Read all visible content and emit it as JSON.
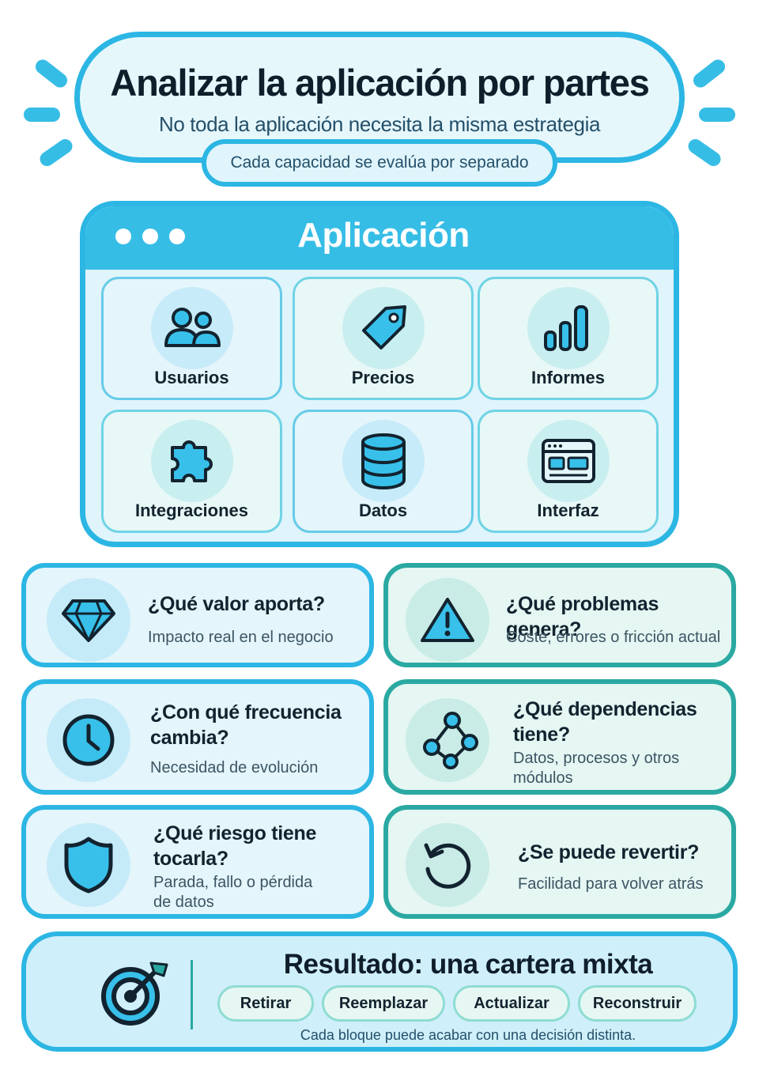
{
  "header": {
    "title": "Analizar la aplicación por partes",
    "subtitle": "No toda la aplicación necesita la misma estrategia",
    "tag": "Cada capacidad se evalúa por separado"
  },
  "app": {
    "title": "Aplicación",
    "modules": [
      {
        "label": "Usuarios",
        "icon": "users-icon"
      },
      {
        "label": "Precios",
        "icon": "price-tag-icon"
      },
      {
        "label": "Informes",
        "icon": "bar-chart-icon"
      },
      {
        "label": "Integraciones",
        "icon": "puzzle-icon"
      },
      {
        "label": "Datos",
        "icon": "database-icon"
      },
      {
        "label": "Interfaz",
        "icon": "interface-window-icon"
      }
    ]
  },
  "questions": [
    {
      "title": "¿Qué valor aporta?",
      "description": "Impacto real en el negocio",
      "icon": "diamond-icon"
    },
    {
      "title": "¿Qué problemas genera?",
      "description": "Coste, errores o fricción actual",
      "icon": "warning-icon"
    },
    {
      "title_line1": "¿Con qué frecuencia",
      "title_line2": "cambia?",
      "description": "Necesidad de evolución",
      "icon": "clock-icon"
    },
    {
      "title_line1": "¿Qué dependencias",
      "title_line2": "tiene?",
      "description_line1": "Datos, procesos y otros",
      "description_line2": "módulos",
      "icon": "network-icon"
    },
    {
      "title_line1": "¿Qué riesgo tiene",
      "title_line2": "tocarla?",
      "description_line1": "Parada, fallo o pérdida",
      "description_line2": "de datos",
      "icon": "shield-icon"
    },
    {
      "title": "¿Se puede revertir?",
      "description": "Facilidad para volver atrás",
      "icon": "undo-icon"
    }
  ],
  "result": {
    "title": "Resultado: una cartera mixta",
    "options": [
      "Retirar",
      "Reemplazar",
      "Actualizar",
      "Reconstruir"
    ],
    "note": "Cada bloque puede acabar con una decisión distinta.",
    "icon": "target-icon"
  },
  "colors": {
    "accent_blue": "#2cb6e3",
    "accent_teal": "#2aa9a2",
    "dark": "#12232f"
  }
}
